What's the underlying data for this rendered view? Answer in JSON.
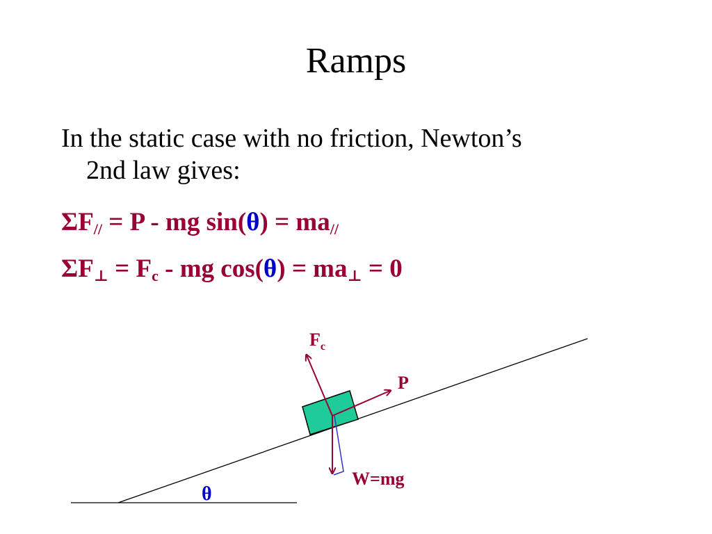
{
  "slide": {
    "title": "Ramps",
    "intro_line1": "In the static case with no friction, Newton’s",
    "intro_line2": "2nd law gives:"
  },
  "equations": {
    "eq1": {
      "lhs": "ΣF",
      "lhs_sub": "//",
      "middle": " = P - mg sin(",
      "theta": "θ",
      "rhs": ") = ma",
      "rhs_sub": "//"
    },
    "eq2": {
      "lhs": "ΣF",
      "lhs_sub": "⊥",
      "a": " = F",
      "a_sub": "c",
      "middle": " - mg cos(",
      "theta": "θ",
      "rhs": ") = ma",
      "rhs_sub": "⊥",
      "tail": " = 0"
    }
  },
  "diagram": {
    "label_fc": "F",
    "label_fc_sub": "c",
    "label_p": "P",
    "label_w": "W=mg",
    "label_theta": "θ"
  },
  "colors": {
    "equation": "#990033",
    "theta": "#0000cc",
    "block": "#1fcc99"
  }
}
